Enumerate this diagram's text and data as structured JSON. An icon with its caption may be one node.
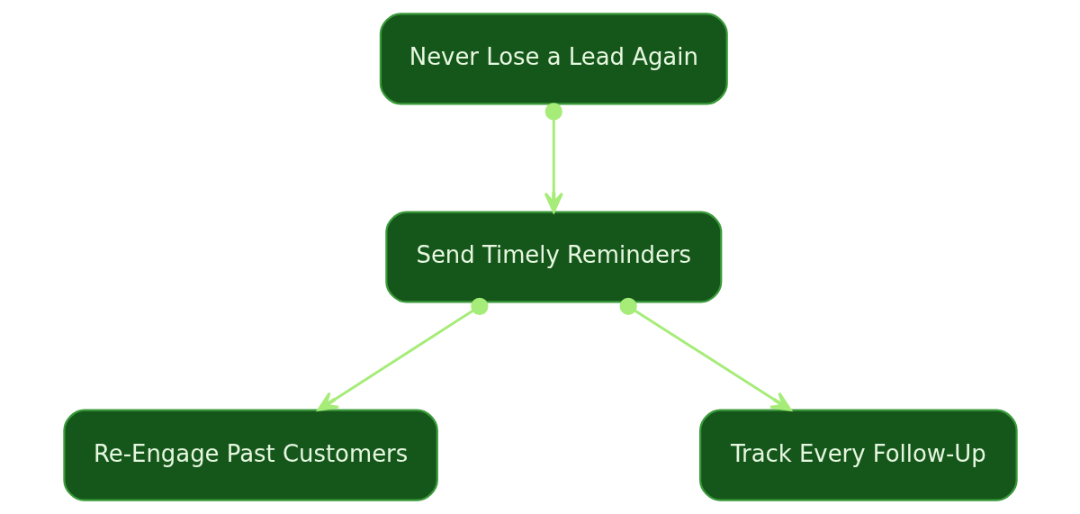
{
  "diagram": {
    "nodes": [
      {
        "text": [
          "Never Lose a Lead Again"
        ]
      },
      {
        "text": [
          "Send Timely Reminders"
        ]
      },
      {
        "text": [
          "Re-Engage Past Customers"
        ]
      },
      {
        "text": [
          "Track Every Follow-Up"
        ]
      }
    ],
    "edges": [
      {
        "from": 0,
        "to": 1,
        "arrow": "to"
      },
      {
        "from": 1,
        "to": 2,
        "arrow": "to"
      },
      {
        "from": 1,
        "to": 3,
        "arrow": "to"
      }
    ]
  }
}
